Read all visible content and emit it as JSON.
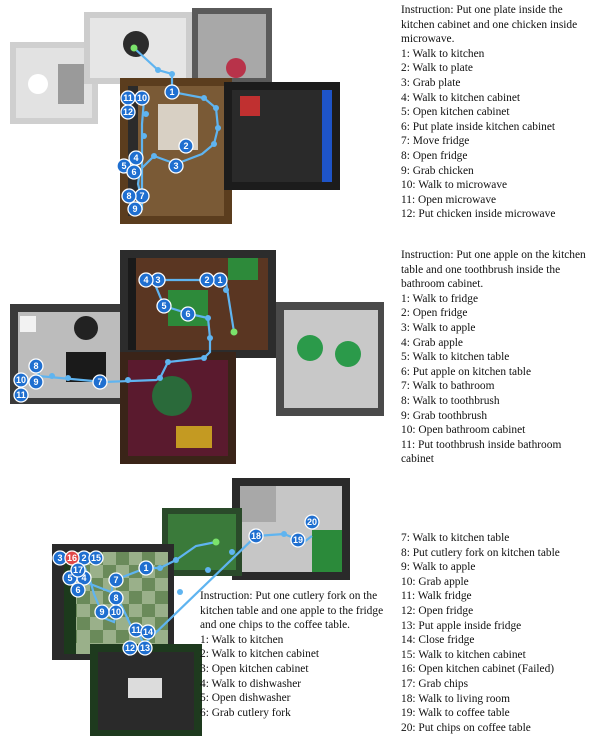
{
  "colors": {
    "path": "#5fb4f0",
    "node_fill": "#1f6fd0",
    "node_stroke": "#ffffff",
    "start": "#7be36b",
    "failed": "#e04848"
  },
  "panels": [
    {
      "instruction": "Instruction: Put one plate inside the kitchen cabinet and one chicken inside microwave.",
      "steps": [
        {
          "n": "1",
          "text": "1: Walk to kitchen"
        },
        {
          "n": "2",
          "text": "2: Walk to plate"
        },
        {
          "n": "3",
          "text": "3: Grab plate"
        },
        {
          "n": "4",
          "text": "4: Walk to kitchen cabinet"
        },
        {
          "n": "5",
          "text": "5: Open kitchen cabinet"
        },
        {
          "n": "6",
          "text": "6: Put plate inside kitchen cabinet"
        },
        {
          "n": "7",
          "text": "7: Move fridge"
        },
        {
          "n": "8",
          "text": "8: Open fridge"
        },
        {
          "n": "9",
          "text": "9: Grab chicken"
        },
        {
          "n": "10",
          "text": "10: Walk to microwave"
        },
        {
          "n": "11",
          "text": "11: Open microwave"
        },
        {
          "n": "12",
          "text": "12: Put chicken inside microwave"
        }
      ]
    },
    {
      "instruction": "Instruction: Put one apple on the kitchen table and one toothbrush inside the bathroom cabinet.",
      "steps": [
        {
          "n": "1",
          "text": "1: Walk to fridge"
        },
        {
          "n": "2",
          "text": "2: Open fridge"
        },
        {
          "n": "3",
          "text": "3: Walk to apple"
        },
        {
          "n": "4",
          "text": "4: Grab apple"
        },
        {
          "n": "5",
          "text": "5: Walk to kitchen table"
        },
        {
          "n": "6",
          "text": "6: Put apple on kitchen table"
        },
        {
          "n": "7",
          "text": "7: Walk to bathroom"
        },
        {
          "n": "8",
          "text": "8: Walk to toothbrush"
        },
        {
          "n": "9",
          "text": "9: Grab toothbrush"
        },
        {
          "n": "10",
          "text": "10: Open bathroom cabinet"
        },
        {
          "n": "11",
          "text": "11: Put toothbrush inside bathroom cabinet"
        }
      ]
    },
    {
      "instruction": "Instruction: Put one cutlery fork on the kitchen table and one apple to the fridge and one chips to the coffee table.",
      "steps": [
        {
          "n": "1",
          "text": "1: Walk to kitchen"
        },
        {
          "n": "2",
          "text": "2: Walk to kitchen cabinet"
        },
        {
          "n": "3",
          "text": "3: Open kitchen cabinet"
        },
        {
          "n": "4",
          "text": "4: Walk to dishwasher"
        },
        {
          "n": "5",
          "text": "5: Open dishwasher"
        },
        {
          "n": "6",
          "text": "6: Grab cutlery fork"
        },
        {
          "n": "7",
          "text": "7: Walk to kitchen table"
        },
        {
          "n": "8",
          "text": "8: Put cutlery fork on kitchen table"
        },
        {
          "n": "9",
          "text": "9: Walk to apple"
        },
        {
          "n": "10",
          "text": "10: Grab apple"
        },
        {
          "n": "11",
          "text": "11: Walk fridge"
        },
        {
          "n": "12",
          "text": "12: Open fridge"
        },
        {
          "n": "13",
          "text": "13: Put apple inside fridge"
        },
        {
          "n": "14",
          "text": "14: Close fridge"
        },
        {
          "n": "15",
          "text": "15: Walk to kitchen cabinet"
        },
        {
          "n": "16",
          "text": "16: Open kitchen cabinet (Failed)"
        },
        {
          "n": "17",
          "text": "17: Grab chips"
        },
        {
          "n": "18",
          "text": "18: Walk to living room"
        },
        {
          "n": "19",
          "text": "19: Walk to coffee table"
        },
        {
          "n": "20",
          "text": "20: Put chips on coffee table"
        }
      ]
    }
  ]
}
